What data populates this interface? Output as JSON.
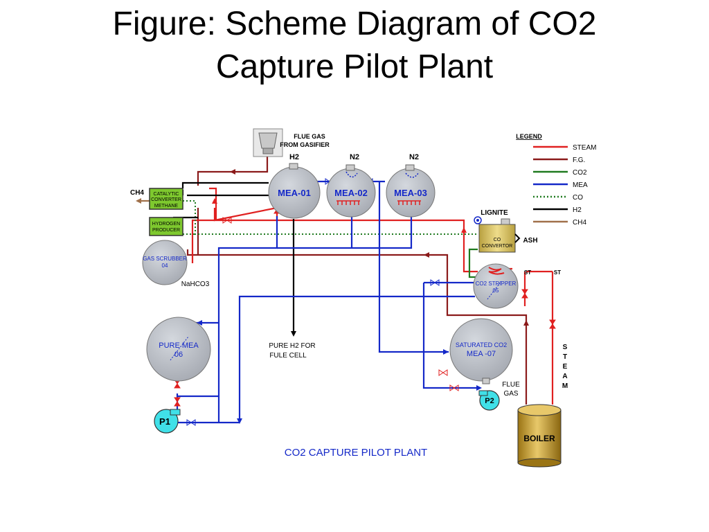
{
  "slide": {
    "title_line1": "Figure: Scheme Diagram of CO2",
    "title_line2": "Capture Pilot Plant"
  },
  "legend": {
    "heading": "LEGEND",
    "items": [
      {
        "label": "STEAM",
        "color": "#e02020",
        "style": "solid"
      },
      {
        "label": "F.G.",
        "color": "#8b1a1a",
        "style": "solid"
      },
      {
        "label": "CO2",
        "color": "#1f7a1f",
        "style": "solid"
      },
      {
        "label": "MEA",
        "color": "#1428c8",
        "style": "solid"
      },
      {
        "label": "CO",
        "color": "#1f7a1f",
        "style": "dotted"
      },
      {
        "label": "H2",
        "color": "#000000",
        "style": "solid"
      },
      {
        "label": "CH4",
        "color": "#a0704a",
        "style": "solid"
      }
    ]
  },
  "labels": {
    "flue_gas_from_gasifier_1": "FLUE GAS",
    "flue_gas_from_gasifier_2": "FROM GASIFIER",
    "h2": "H2",
    "n2_a": "N2",
    "n2_b": "N2",
    "ch4": "CH4",
    "lignite": "LIGNITE",
    "ash": "ASH",
    "st_1": "ST",
    "st_2": "ST",
    "nahco3": "NaHCO3",
    "pure_h2_1": "PURE H2 FOR",
    "pure_h2_2": "FULE CELL",
    "flue_gas_1": "FLUE",
    "flue_gas_2": "GAS",
    "steam_vertical": [
      "S",
      "T",
      "E",
      "A",
      "M"
    ],
    "caption": "CO2 CAPTURE PILOT PLANT"
  },
  "units": {
    "mea01": "MEA-01",
    "mea02": "MEA-02",
    "mea03": "MEA-03",
    "catalytic_1": "CATALYTIC",
    "catalytic_2": "CONVERTER",
    "catalytic_3": "METHANE",
    "hydrogen_1": "HYDROGEN",
    "hydrogen_2": "PRODUCER",
    "gas_scrubber_1": "GAS SCRUBBER",
    "gas_scrubber_2": "04",
    "co_convertor_1": "CO",
    "co_convertor_2": "CONVERTOR",
    "co2_stripper_1": "CO2 STRIPPER",
    "co2_stripper_2": "05",
    "pure_mea_1": "PURE MEA",
    "pure_mea_2": "06",
    "saturated_1": "SATURATED CO2",
    "saturated_2": "MEA -07",
    "pump1": "P1",
    "pump2": "P2",
    "boiler": "BOILER"
  },
  "colors": {
    "steam": "#e02020",
    "flue_gas": "#8b1a1a",
    "co2": "#1f7a1f",
    "mea": "#1428c8",
    "h2": "#000000",
    "ch4": "#a0704a",
    "vessel": "#b8bcc4",
    "pump": "#40e0e8",
    "box": "#7ec82e",
    "convertor": "#d8c460",
    "boiler": "#c8a030"
  }
}
